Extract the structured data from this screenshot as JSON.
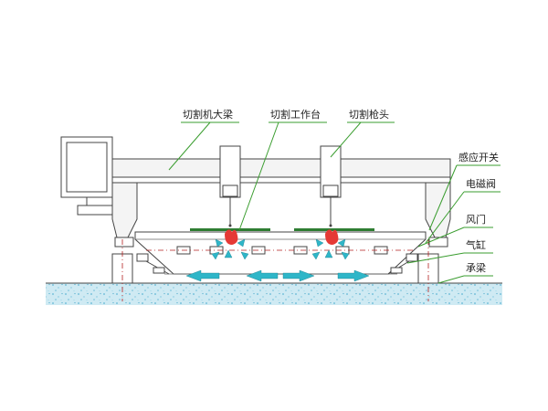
{
  "labels": {
    "gantry_beam": "切割机大梁",
    "cutting_table": "切割工作台",
    "cutting_torch": "切割枪头",
    "sensor_switch": "感应开关",
    "solenoid_valve": "电磁阀",
    "air_door": "风门",
    "cylinder": "气缸",
    "support_beam": "承梁"
  },
  "colors": {
    "leader": "#3a9d2f",
    "airflow": "#2fb6c8",
    "flame": "#e53935",
    "centerline": "#b42020",
    "ground": "#9fd6e8"
  }
}
